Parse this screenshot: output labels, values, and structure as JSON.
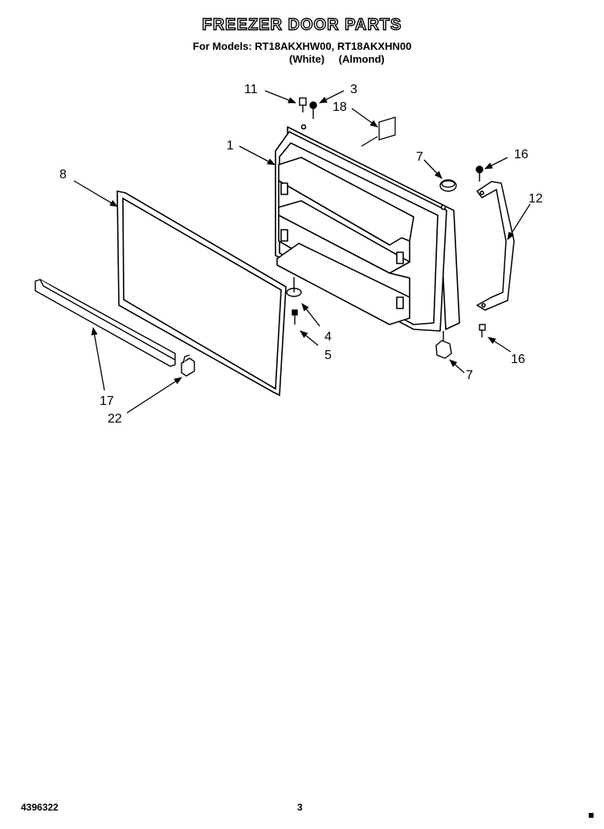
{
  "header": {
    "title": "FREEZER DOOR PARTS",
    "models_line": "For Models: RT18AKXHW00, RT18AKXHN00",
    "variants": [
      "(White)",
      "(Almond)"
    ]
  },
  "callouts": {
    "c11": "11",
    "c3": "3",
    "c18": "18",
    "c1": "1",
    "c7a": "7",
    "c16a": "16",
    "c8": "8",
    "c12": "12",
    "c4": "4",
    "c5": "5",
    "c16b": "16",
    "c7b": "7",
    "c17": "17",
    "c22": "22"
  },
  "footer": {
    "doc_number": "4396322",
    "page_number": "3"
  }
}
